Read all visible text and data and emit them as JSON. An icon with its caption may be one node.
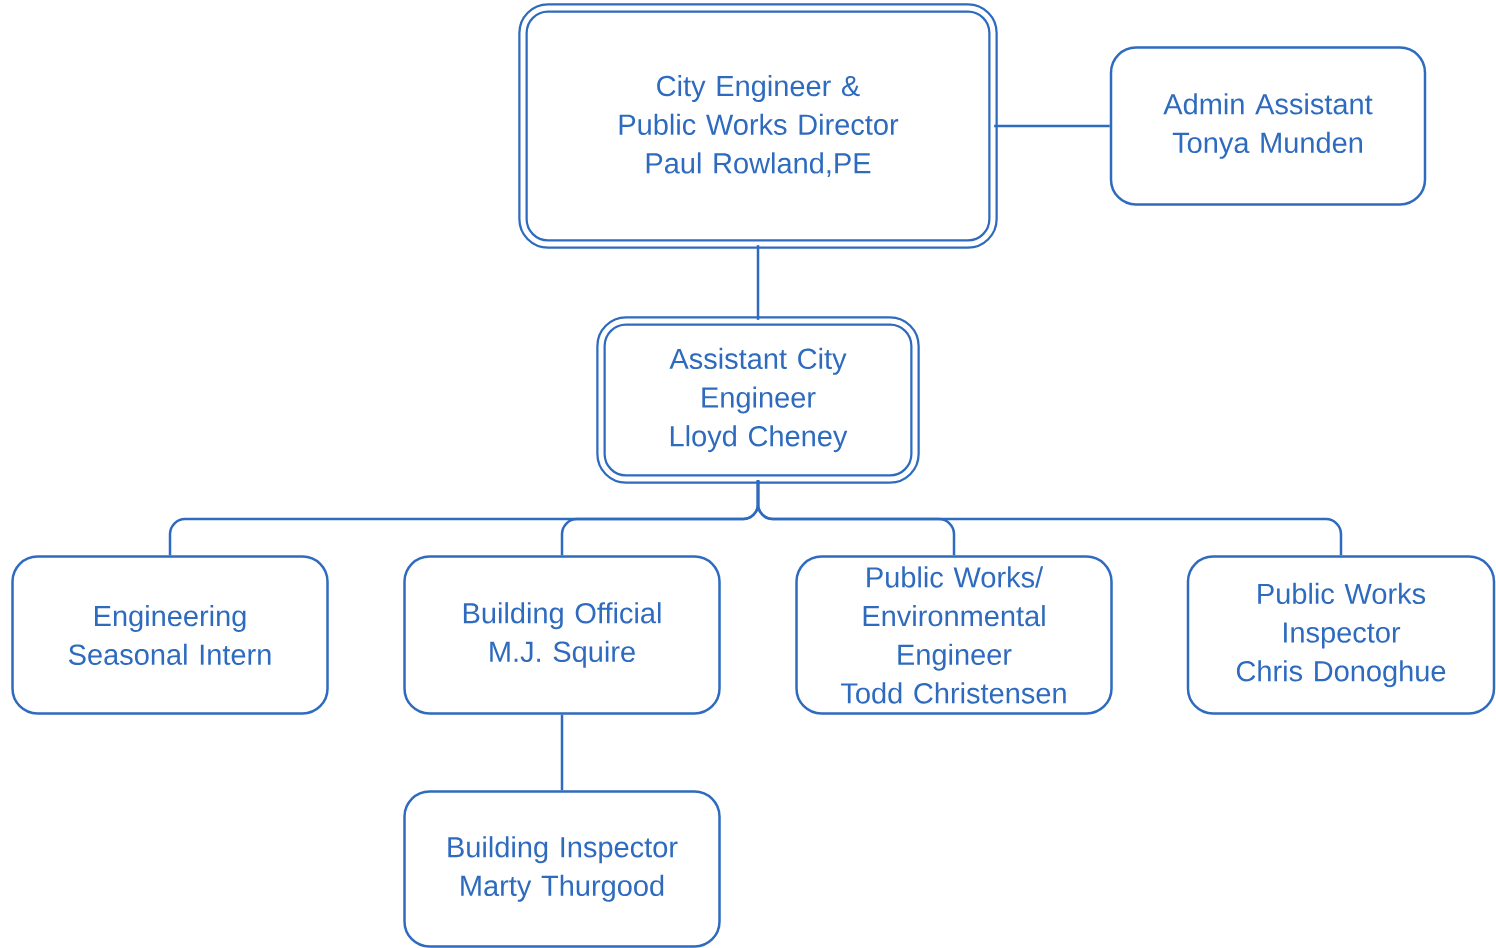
{
  "diagram": {
    "nodes": [
      {
        "text": [
          "City Engineer & Public Works Director",
          "Paul Rowland,PE"
        ]
      },
      {
        "text": [
          "Admin Assistant",
          "Tonya Munden"
        ]
      },
      {
        "text": [
          "Assistant City Engineer",
          "Lloyd Cheney"
        ]
      },
      {
        "text": [
          "Engineering Seasonal Intern"
        ]
      },
      {
        "text": [
          "Building Official",
          "M.J. Squire"
        ]
      },
      {
        "text": [
          "Public Works/ Environmental Engineer",
          "Todd Christensen"
        ]
      },
      {
        "text": [
          "Public Works Inspector",
          "Chris Donoghue"
        ]
      },
      {
        "text": [
          "Building Inspector",
          "Marty Thurgood"
        ]
      }
    ],
    "edges": [
      {
        "from": 0,
        "to": 1,
        "arrow": "none"
      },
      {
        "from": 0,
        "to": 2,
        "arrow": "none"
      },
      {
        "from": 2,
        "to": 3,
        "arrow": "none"
      },
      {
        "from": 2,
        "to": 4,
        "arrow": "none"
      },
      {
        "from": 2,
        "to": 5,
        "arrow": "none"
      },
      {
        "from": 2,
        "to": 6,
        "arrow": "none"
      },
      {
        "from": 4,
        "to": 7,
        "arrow": "none"
      }
    ]
  }
}
